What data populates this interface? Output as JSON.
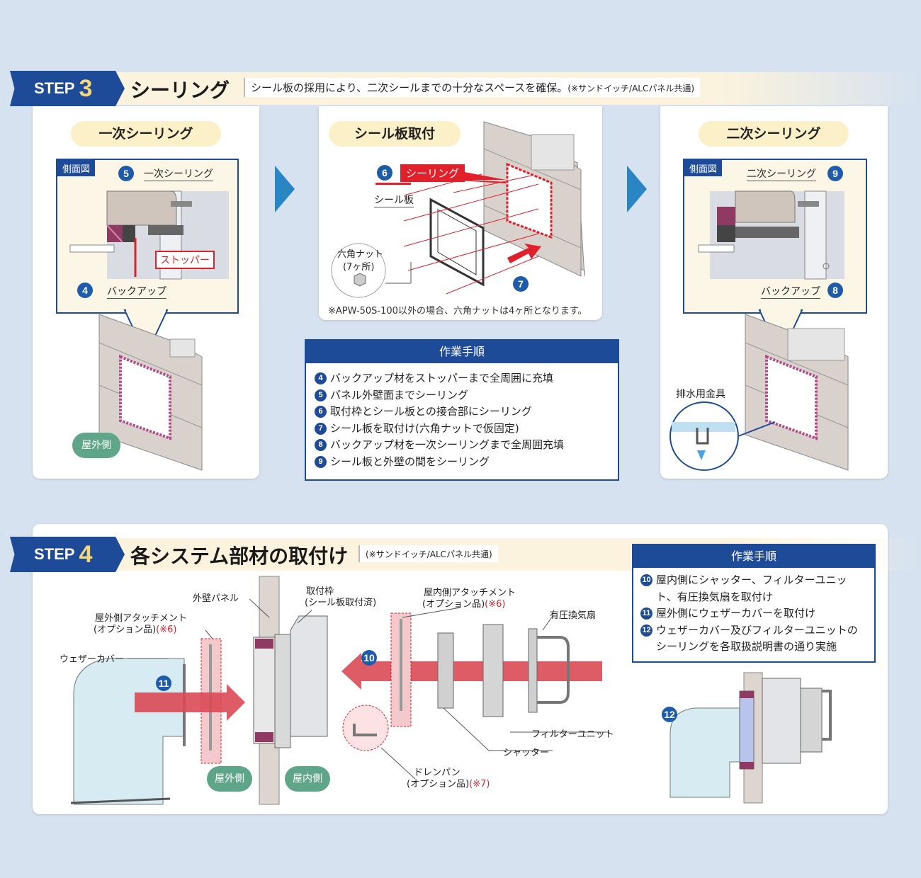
{
  "step3": {
    "step_word": "STEP",
    "step_number": "3",
    "title": "シーリング",
    "description": "シール板の採用により、二次シールまでの十分なスペースを確保。",
    "description_note": "(※サンドイッチ/ALCパネル共通)",
    "panel1": {
      "heading": "一次シーリング",
      "side_view_label": "側面図",
      "num5": "5",
      "label5": "一次シーリング",
      "stopper_label": "ストッパー",
      "num4": "4",
      "label4": "バックアップ",
      "outside_label": "屋外側"
    },
    "panel2": {
      "heading": "シール板取付",
      "num6": "6",
      "sealing_label": "シーリング",
      "seal_plate_label": "シール板",
      "hex_nut_label_1": "六角ナット",
      "hex_nut_label_2": "(7ヶ所)",
      "num7": "7",
      "note": "※APW-50S-100以外の場合、六角ナットは4ヶ所となります。"
    },
    "panel3": {
      "heading": "二次シーリング",
      "side_view_label": "側面図",
      "num9": "9",
      "label9": "二次シーリング",
      "num8": "8",
      "label8": "バックアップ",
      "drain_label": "排水用金具"
    },
    "procedure": {
      "title": "作業手順",
      "items": [
        {
          "n": "4",
          "text": "バックアップ材をストッパーまで全周囲に充填"
        },
        {
          "n": "5",
          "text": "パネル外壁面までシーリング"
        },
        {
          "n": "6",
          "text": "取付枠とシール板との接合部にシーリング"
        },
        {
          "n": "7",
          "text": "シール板を取付け(六角ナットで仮固定)"
        },
        {
          "n": "8",
          "text": "バックアップ材を一次シーリングまで全周囲充填"
        },
        {
          "n": "9",
          "text": "シール板と外壁の間をシーリング"
        }
      ]
    }
  },
  "step4": {
    "step_word": "STEP",
    "step_number": "4",
    "title": "各システム部材の取付け",
    "description_note": "(※サンドイッチ/ALCパネル共通)",
    "labels": {
      "outer_wall_panel": "外壁パネル",
      "frame_1": "取付枠",
      "frame_2": "(シール板取付済)",
      "indoor_attach_1": "屋内側アタッチメント",
      "indoor_attach_2": "(オプション品)",
      "indoor_attach_ref": "(※6)",
      "fan": "有圧換気扇",
      "outdoor_attach_1": "屋外側アタッチメント",
      "outdoor_attach_2": "(オプション品)",
      "outdoor_attach_ref": "(※6)",
      "weather_cover": "ウェザーカバー",
      "filter_unit": "フィルターユニット",
      "shutter": "シャッター",
      "drain_pan_1": "ドレンパン",
      "drain_pan_2": "(オプション品)",
      "drain_pan_ref": "(※7)",
      "outside": "屋外側",
      "inside": "屋内側",
      "num10": "10",
      "num11": "11",
      "num12": "12"
    },
    "procedure": {
      "title": "作業手順",
      "items": [
        {
          "n": "10",
          "text": "屋内側にシャッター、フィルターユニット、有圧換気扇を取付け"
        },
        {
          "n": "11",
          "text": "屋外側にウェザーカバーを取付け"
        },
        {
          "n": "12",
          "text": "ウェザーカバー及びフィルターユニットのシーリングを各取扱説明書の通り実施"
        }
      ]
    }
  },
  "colors": {
    "navy": "#1e4b98",
    "accent_red": "#e0202a",
    "chevron_blue": "#2a86c2",
    "pill_yellow": "#fbf0c8",
    "green": "#5ea58a"
  }
}
